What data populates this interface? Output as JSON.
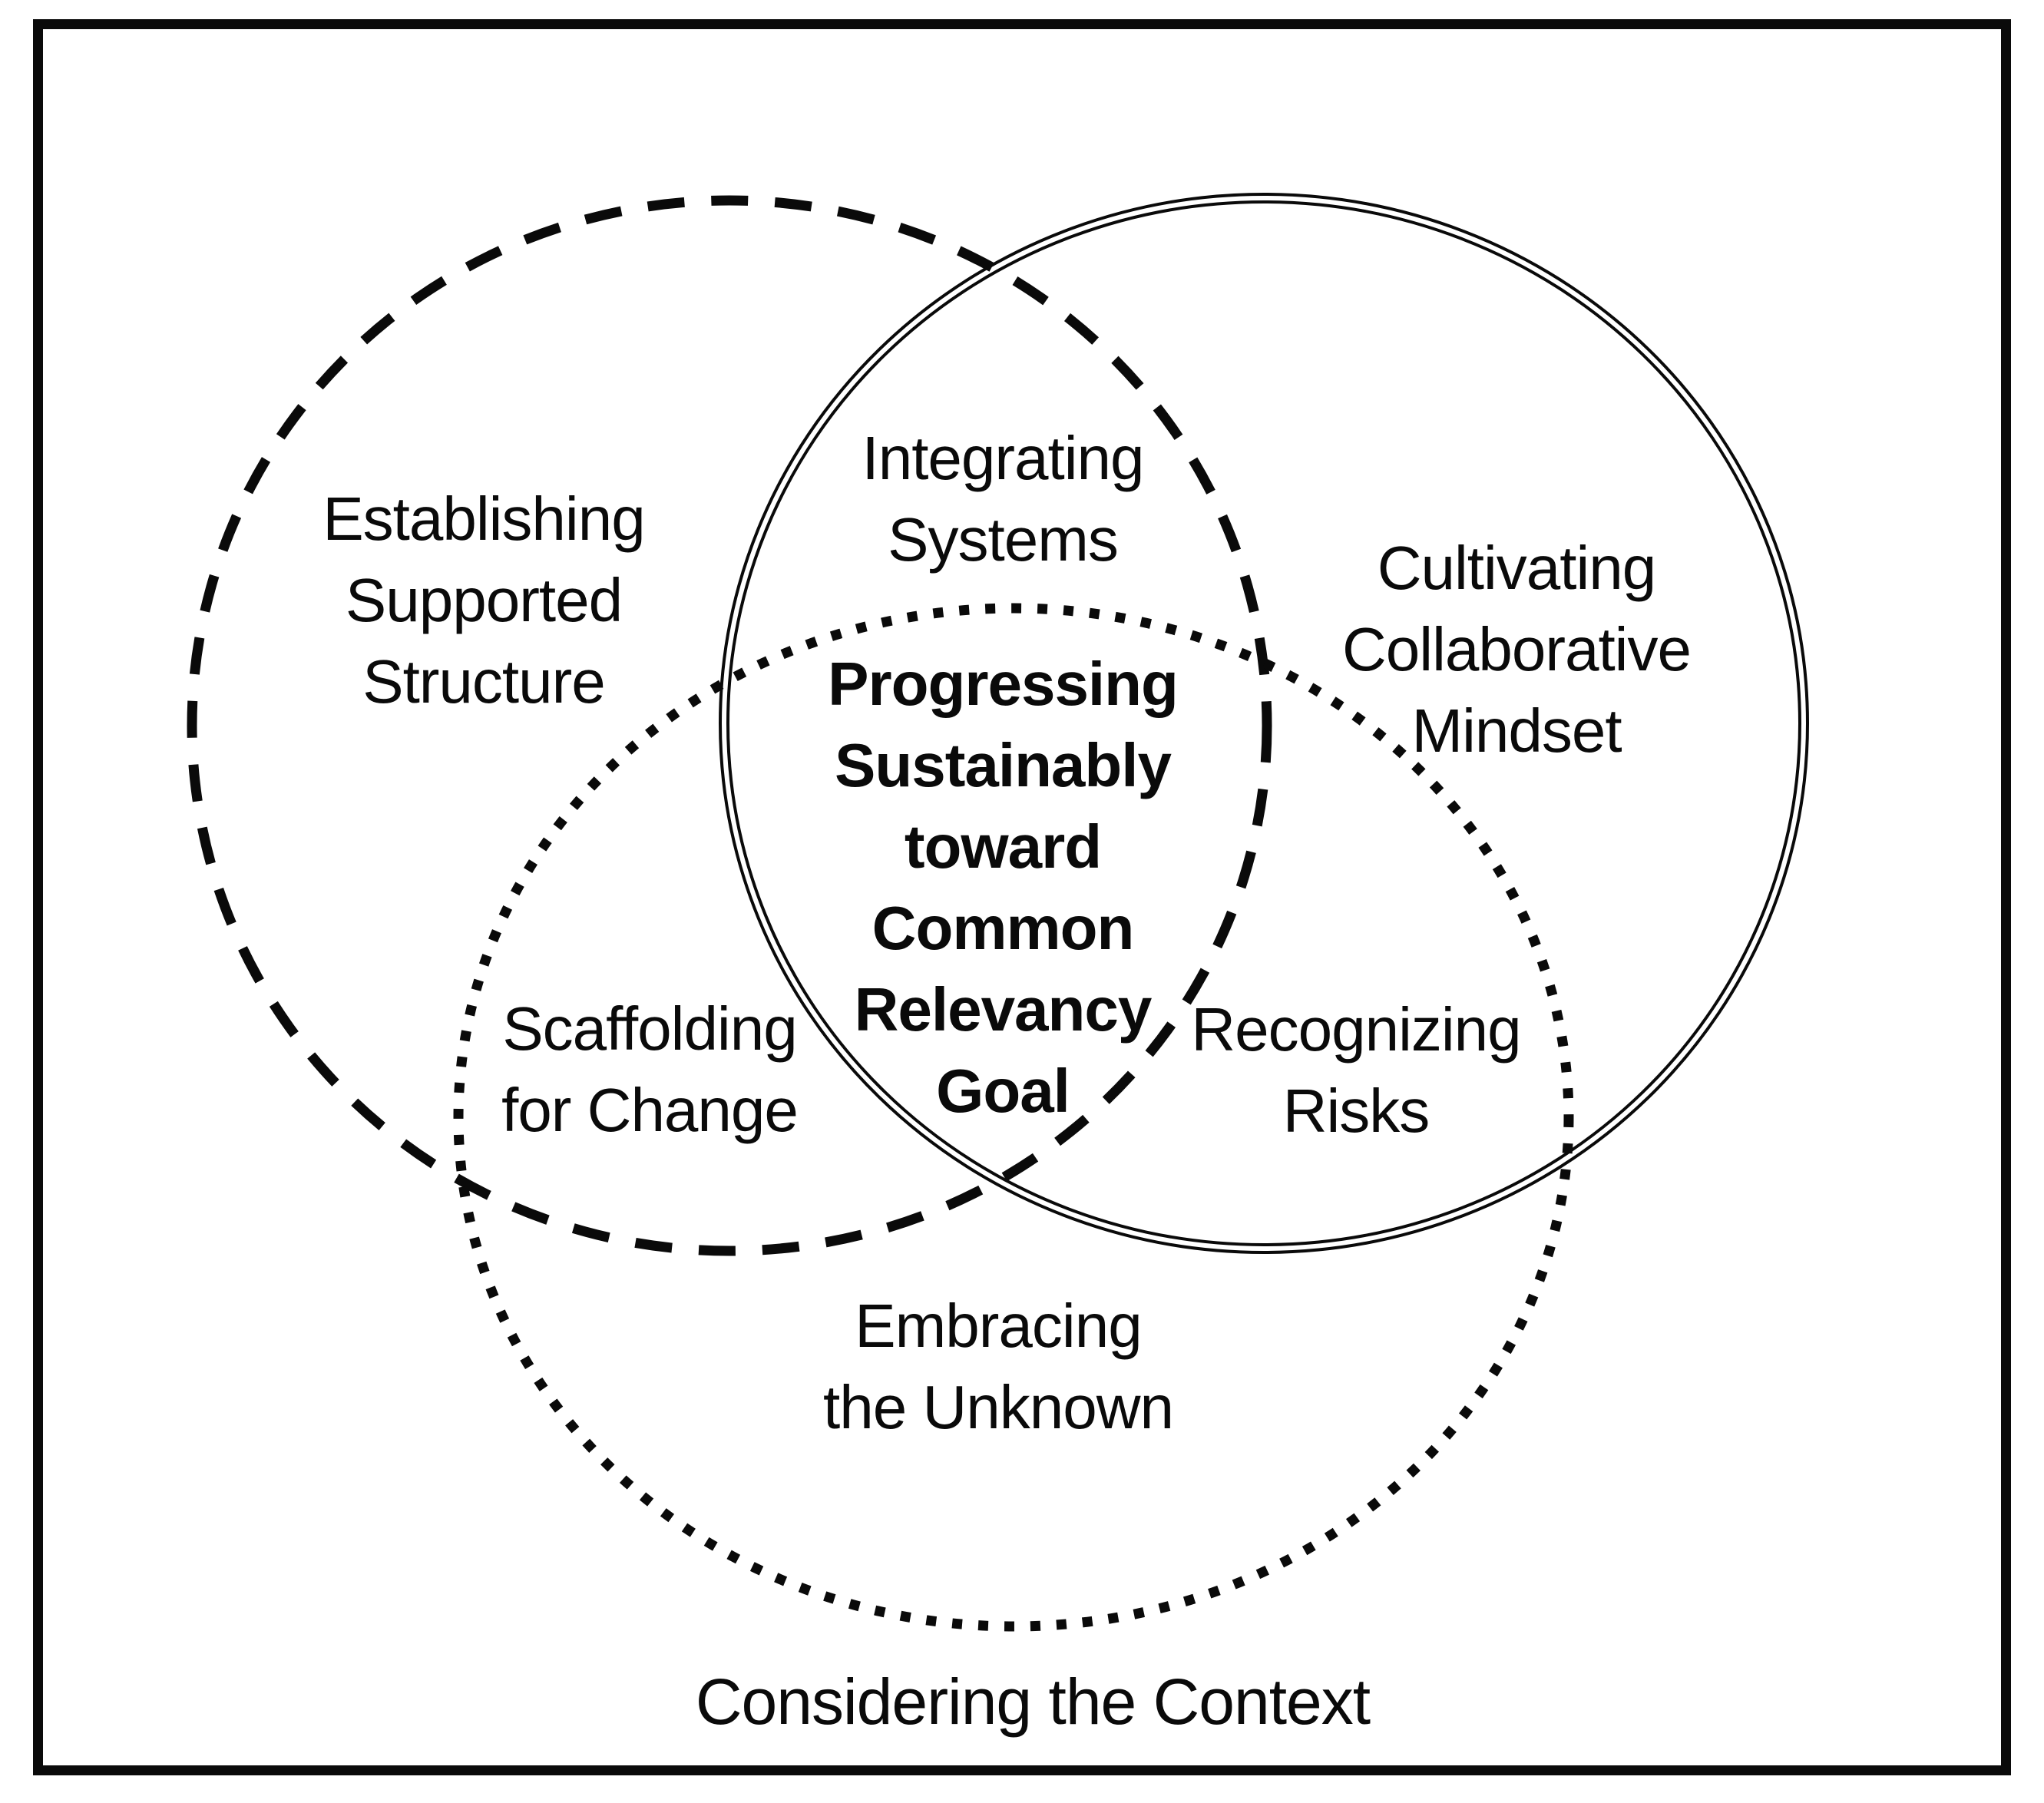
{
  "diagram": {
    "title": "Venn diagram of three overlapping circles",
    "colors": {
      "stroke": "#0a0a0a",
      "text": "#0a0a0a",
      "background": "#ffffff"
    },
    "circles": [
      {
        "id": "dashed-circle",
        "style": "dashed",
        "region_label": "Establishing Supported Structure"
      },
      {
        "id": "double-circle",
        "style": "double-line",
        "region_label": "Cultivating Collaborative Mindset"
      },
      {
        "id": "dotted-circle",
        "style": "dotted",
        "region_label": "Considering the Context"
      }
    ],
    "regions": {
      "establishing": {
        "lines": [
          "Establishing",
          "Supported",
          "Structure"
        ]
      },
      "integrating": {
        "lines": [
          "Integrating",
          "Systems"
        ]
      },
      "cultivating": {
        "lines": [
          "Cultivating",
          "Collaborative",
          "Mindset"
        ]
      },
      "center": {
        "lines": [
          "Progressing",
          "Sustainably",
          "toward",
          "Common",
          "Relevancy",
          "Goal"
        ]
      },
      "scaffolding": {
        "lines": [
          "Scaffolding",
          "for Change"
        ]
      },
      "recognizing": {
        "lines": [
          "Recognizing",
          "Risks"
        ]
      },
      "embracing": {
        "lines": [
          "Embracing",
          "the Unknown"
        ]
      },
      "caption": {
        "text": "Considering the Context"
      }
    }
  }
}
